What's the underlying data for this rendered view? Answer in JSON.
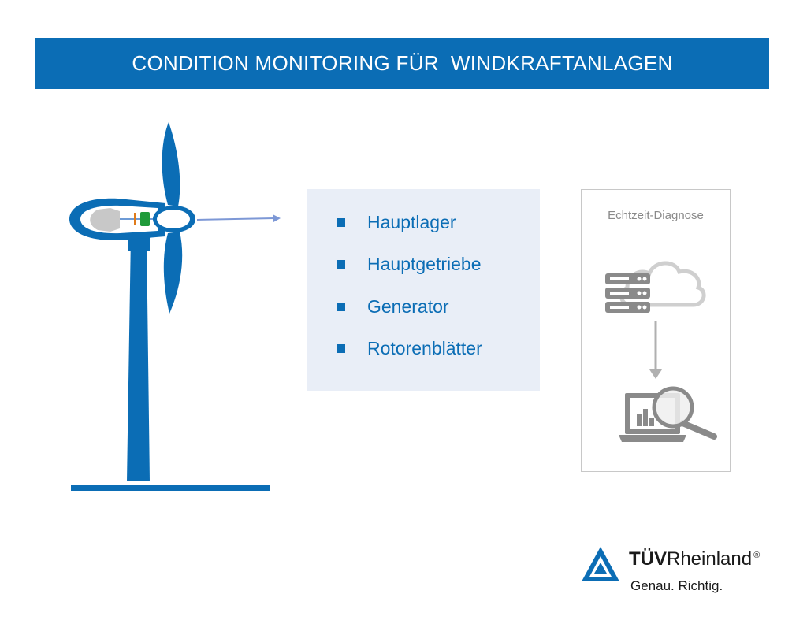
{
  "title": "CONDITION MONITORING FÜR  WINDKRAFTANLAGEN",
  "components": [
    {
      "label": "Hauptlager"
    },
    {
      "label": "Hauptgetriebe"
    },
    {
      "label": "Generator"
    },
    {
      "label": "Rotorenblätter"
    }
  ],
  "diagnosis": {
    "title": "Echtzeit-Diagnose",
    "icons": [
      "server-icon",
      "cloud-icon",
      "arrow-down-icon",
      "laptop-icon",
      "magnifier-icon"
    ]
  },
  "logo": {
    "brand_bold": "TÜV",
    "brand_regular": "Rheinland",
    "registered": "®",
    "slogan": "Genau. Richtig."
  },
  "colors": {
    "primary": "#0b6db5",
    "panel": "#e9eef7",
    "gray": "#8a8a8a",
    "green": "#1f9a3a",
    "orange": "#e07b1a",
    "arrow": "#7d98d6"
  }
}
